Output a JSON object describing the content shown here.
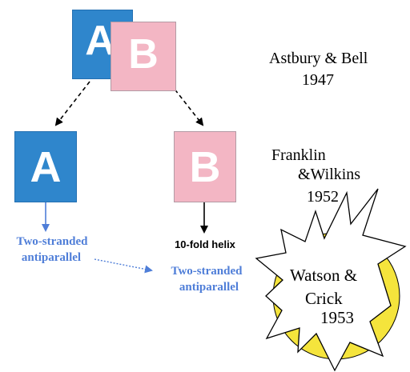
{
  "boxes": {
    "top_a": "A",
    "top_b": "B",
    "left_a": "A",
    "right_b": "B"
  },
  "labels": {
    "two_stranded_a_line1": "Two-stranded",
    "two_stranded_a_line2": "antiparallel",
    "helix": "10-fold helix",
    "two_stranded_b_line1": "Two-stranded",
    "two_stranded_b_line2": "antiparallel"
  },
  "credits": {
    "astbury": "Astbury & Bell",
    "astbury_year": "1947",
    "franklin": "Franklin",
    "wilkins": "&Wilkins",
    "franklin_year": "1952",
    "watson_line1": "Watson &",
    "watson_line2": "Crick",
    "watson_year": "1953"
  },
  "colors": {
    "form_a": "#2f86cc",
    "form_b": "#f3b6c4",
    "blue_text": "#4f7ed8",
    "burst_yellow": "#f5e43c"
  }
}
